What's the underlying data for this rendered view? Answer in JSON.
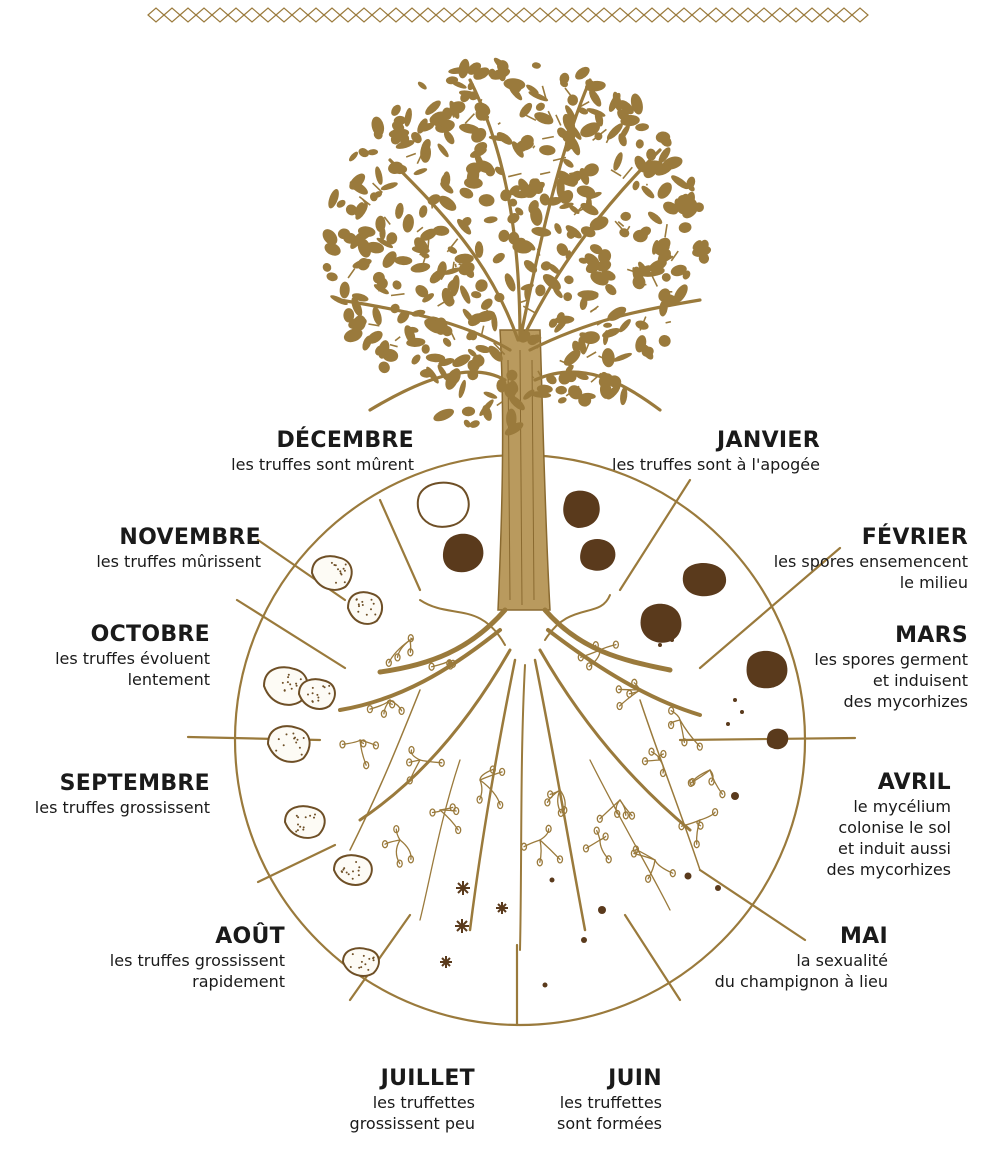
{
  "colors": {
    "brown": "#9a7a3c",
    "dark_brown": "#6e4f26",
    "truffle_dark": "#5a3a1c",
    "text": "#1a1a1a",
    "background": "#ffffff"
  },
  "months": [
    {
      "key": "decembre",
      "month": "DÉCEMBRE",
      "desc": "les truffes sont mûrent"
    },
    {
      "key": "janvier",
      "month": "JANVIER",
      "desc": "les truffes sont à l'apogée"
    },
    {
      "key": "novembre",
      "month": "NOVEMBRE",
      "desc": "les truffes mûrissent"
    },
    {
      "key": "fevrier",
      "month": "FÉVRIER",
      "desc": "les spores ensemencent\nle milieu"
    },
    {
      "key": "octobre",
      "month": "OCTOBRE",
      "desc": "les truffes évoluent\nlentement"
    },
    {
      "key": "mars",
      "month": "MARS",
      "desc": "les spores germent\net induisent\ndes mycorhizes"
    },
    {
      "key": "septembre",
      "month": "SEPTEMBRE",
      "desc": "les truffes grossissent"
    },
    {
      "key": "avril",
      "month": "AVRIL",
      "desc": "le mycélium\ncolonise le sol\net induit aussi\ndes mycorhizes"
    },
    {
      "key": "aout",
      "month": "AOÛT",
      "desc": "les truffes grossissent\nrapidement"
    },
    {
      "key": "mai",
      "month": "MAI",
      "desc": "la sexualité\ndu champignon à lieu"
    },
    {
      "key": "juillet",
      "month": "JUILLET",
      "desc": "les truffettes\ngrossissent peu"
    },
    {
      "key": "juin",
      "month": "JUIN",
      "desc": "les truffettes\nsont formées"
    }
  ]
}
